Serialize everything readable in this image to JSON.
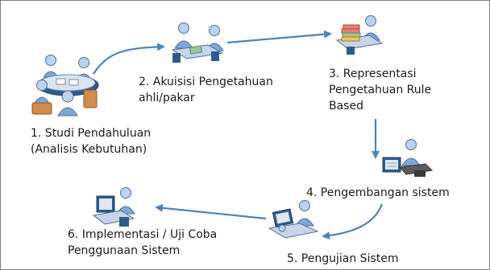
{
  "steps": [
    {
      "label": "1. Studi Pendahuluan\n(Analisis Kebutuhan)",
      "icon": "meeting-table-people-icon"
    },
    {
      "label": "2. Akuisisi Pengetahuan\nahli/pakar",
      "icon": "two-people-consultation-icon"
    },
    {
      "label": "3. Representasi\nPengetahuan Rule\nBased",
      "icon": "person-with-documents-icon"
    },
    {
      "label": "4. Pengembangan sistem",
      "icon": "person-at-computer-icon"
    },
    {
      "label": "5. Pengujian Sistem",
      "icon": "two-people-testing-icon"
    },
    {
      "label": "6. Implementasi / Uji Coba\nPenggunaan Sistem",
      "icon": "person-at-workstation-icon"
    }
  ],
  "colors": {
    "arrow": "#4f81bd",
    "person_body": "#7fa7d8",
    "person_head": "#bcd2ee",
    "desk": "#2f5b8a",
    "paper": "#e87d6f",
    "paper2": "#9dc3a5"
  }
}
